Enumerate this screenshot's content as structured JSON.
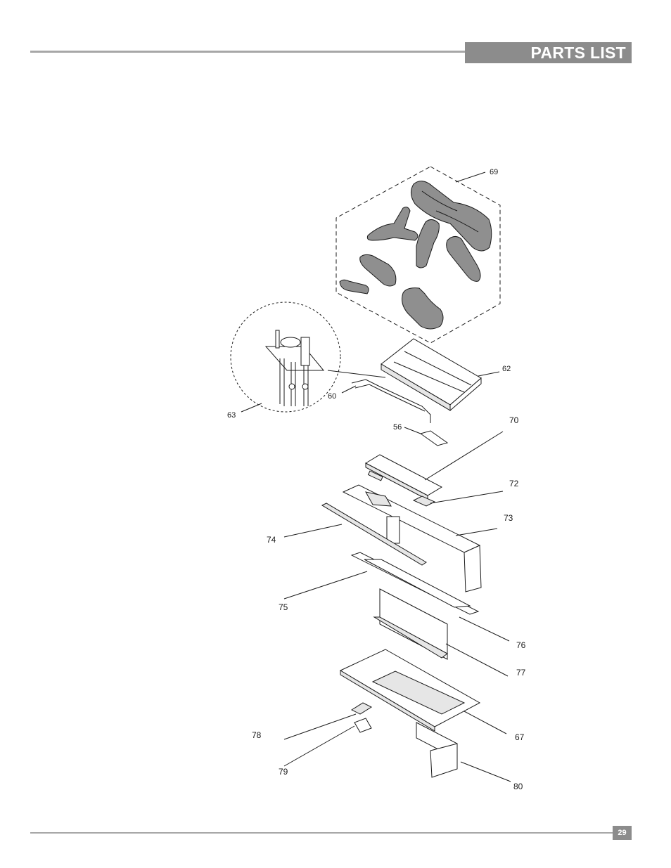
{
  "header": {
    "title": "PARTS LIST"
  },
  "footer": {
    "page_number": "29"
  },
  "colors": {
    "header_bar": "#8c8c8c",
    "rule": "#a7a7a7",
    "text": "#1a1a1a"
  },
  "callouts": {
    "c69": "69",
    "c62": "62",
    "c60": "60",
    "c63": "63",
    "c56": "56",
    "c70": "70",
    "c72": "72",
    "c73": "73",
    "c74": "74",
    "c75": "75",
    "c76": "76",
    "c77": "77",
    "c78": "78",
    "c67": "67",
    "c79": "79",
    "c80": "80"
  }
}
